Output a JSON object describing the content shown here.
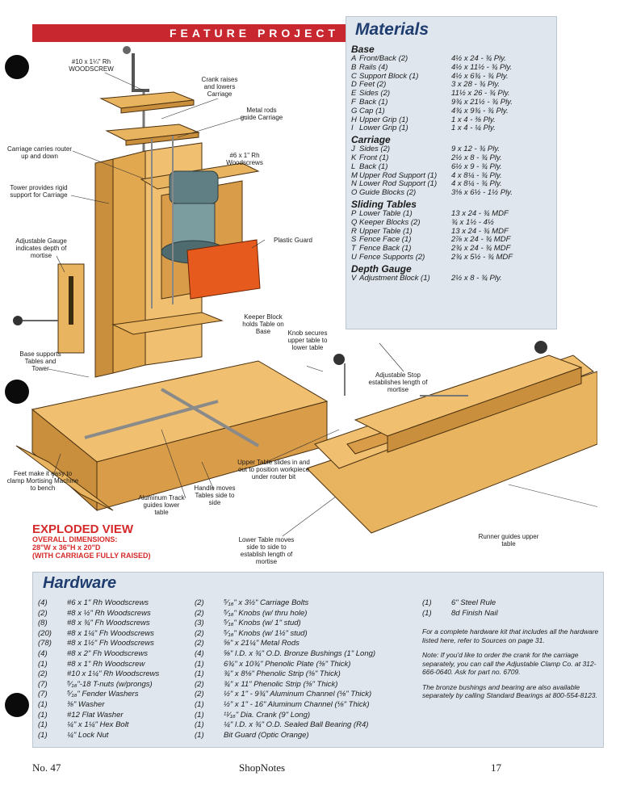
{
  "banner": "FEATURE PROJECT",
  "callouts": [
    {
      "key": "woodscrew_top",
      "text": "#10 x 1¼\" Rh WOODSCREW"
    },
    {
      "key": "crank",
      "text": "Crank raises and lowers Carriage"
    },
    {
      "key": "metal_rods",
      "text": "Metal rods guide Carriage"
    },
    {
      "key": "carriage_carries",
      "text": "Carriage carries router up and down"
    },
    {
      "key": "woodscrews6",
      "text": "#6 x 1\" Rh Woodscrews"
    },
    {
      "key": "tower",
      "text": "Tower provides rigid support for Carriage"
    },
    {
      "key": "gauge",
      "text": "Adjustable Gauge indicates depth of mortise"
    },
    {
      "key": "plastic_guard",
      "text": "Plastic Guard"
    },
    {
      "key": "keeper",
      "text": "Keeper Block holds Table on Base"
    },
    {
      "key": "knob",
      "text": "Knob secures upper table to lower table"
    },
    {
      "key": "base",
      "text": "Base supports Tables and Tower"
    },
    {
      "key": "stop",
      "text": "Adjustable Stop establishes length of mortise"
    },
    {
      "key": "feet",
      "text": "Feet make it easy to clamp Mortising Machine to bench"
    },
    {
      "key": "upper_slides",
      "text": "Upper Table slides in and out to position workpiece under router bit"
    },
    {
      "key": "aluminum",
      "text": "Aluminum Track guides lower table"
    },
    {
      "key": "handle",
      "text": "Handle moves Tables side to side"
    },
    {
      "key": "lower_moves",
      "text": "Lower Table moves side to side to establish length of mortise"
    },
    {
      "key": "runner",
      "text": "Runner guides upper table"
    }
  ],
  "exploded": {
    "title": "EXPLODED VIEW",
    "line1": "OVERALL DIMENSIONS:",
    "line2": "28\"W x 36\"H x 20\"D",
    "line3": "(WITH CARRIAGE FULLY RAISED)"
  },
  "materials": {
    "title": "Materials",
    "groups": [
      {
        "name": "Base",
        "items": [
          {
            "letter": "A",
            "name": "Front/Back (2)",
            "size": "4½ x 24 - ¾ Ply."
          },
          {
            "letter": "B",
            "name": "Rails (4)",
            "size": "4½ x 11½ - ¾ Ply."
          },
          {
            "letter": "C",
            "name": "Support Block (1)",
            "size": "4½ x 6¾ - ¾ Ply."
          },
          {
            "letter": "D",
            "name": "Feet (2)",
            "size": "3 x 28 - ¾ Ply."
          },
          {
            "letter": "E",
            "name": "Sides (2)",
            "size": "11½ x 26 - ¾ Ply."
          },
          {
            "letter": "F",
            "name": "Back (1)",
            "size": "9¾ x 21½ - ¾ Ply."
          },
          {
            "letter": "G",
            "name": "Cap (1)",
            "size": "4¾ x 9¾ - ¾ Ply."
          },
          {
            "letter": "H",
            "name": "Upper Grip (1)",
            "size": "1 x 4 - ⅜ Ply."
          },
          {
            "letter": "I",
            "name": "Lower Grip (1)",
            "size": "1 x 4 - ¼ Ply."
          }
        ]
      },
      {
        "name": "Carriage",
        "items": [
          {
            "letter": "J",
            "name": "Sides (2)",
            "size": "9 x 12 - ¾ Ply."
          },
          {
            "letter": "K",
            "name": "Front (1)",
            "size": "2½ x 8 - ¾ Ply."
          },
          {
            "letter": "L",
            "name": "Back (1)",
            "size": "6½ x 9 - ¾ Ply."
          },
          {
            "letter": "M",
            "name": "Upper Rod Support (1)",
            "size": "4 x 8¼ - ¾ Ply."
          },
          {
            "letter": "N",
            "name": "Lower Rod Support (1)",
            "size": "4 x 8¼ - ¾ Ply."
          },
          {
            "letter": "O",
            "name": "Guide Blocks (2)",
            "size": "3⅛ x 6½ - 1½ Ply."
          }
        ]
      },
      {
        "name": "Sliding Tables",
        "items": [
          {
            "letter": "P",
            "name": "Lower Table (1)",
            "size": "13 x 24 - ¾ MDF"
          },
          {
            "letter": "Q",
            "name": "Keeper Blocks (2)",
            "size": "¾ x 1½ - 4½"
          },
          {
            "letter": "R",
            "name": "Upper Table (1)",
            "size": "13 x 24 - ¾ MDF"
          },
          {
            "letter": "S",
            "name": "Fence Face (1)",
            "size": "2⅞ x 24 - ¾ MDF"
          },
          {
            "letter": "T",
            "name": "Fence Back (1)",
            "size": "2¾ x 24 - ¾ MDF"
          },
          {
            "letter": "U",
            "name": "Fence Supports (2)",
            "size": "2¾ x 5½ - ¾ MDF"
          }
        ]
      },
      {
        "name": "Depth Gauge",
        "items": [
          {
            "letter": "V",
            "name": "Adjustment Block (1)",
            "size": "2½ x 8 - ¾ Ply."
          }
        ]
      }
    ]
  },
  "hardware": {
    "title": "Hardware",
    "col1": [
      {
        "qty": "(4)",
        "item": "#6 x 1\" Rh Woodscrews"
      },
      {
        "qty": "(2)",
        "item": "#8 x ½\" Rh Woodscrews"
      },
      {
        "qty": "(8)",
        "item": "#8 x ¾\" Fh Woodscrews"
      },
      {
        "qty": "(20)",
        "item": "#8 x 1¼\" Fh Woodscrews"
      },
      {
        "qty": "(78)",
        "item": "#8 x 1½\" Fh Woodscrews"
      },
      {
        "qty": "(4)",
        "item": "#8 x 2\" Fh Woodscrews"
      },
      {
        "qty": "(1)",
        "item": "#8 x 1\" Rh Woodscrew"
      },
      {
        "qty": "(2)",
        "item": "#10 x 1¼\" Rh Woodscrews"
      },
      {
        "qty": "(7)",
        "item": "⁵⁄₁₆\"-18 T-nuts (w/prongs)"
      },
      {
        "qty": "(7)",
        "item": "⁵⁄₁₆\" Fender Washers"
      },
      {
        "qty": "(1)",
        "item": "⅜\" Washer"
      },
      {
        "qty": "(1)",
        "item": "#12 Flat Washer"
      },
      {
        "qty": "(1)",
        "item": "¼\" x 1¼\" Hex Bolt"
      },
      {
        "qty": "(1)",
        "item": "¼\" Lock Nut"
      }
    ],
    "col2": [
      {
        "qty": "(2)",
        "item": "⁵⁄₁₆\" x 3½\" Carriage Bolts"
      },
      {
        "qty": "(2)",
        "item": "⁵⁄₁₆\" Knobs (w/ thru hole)"
      },
      {
        "qty": "(3)",
        "item": "⁵⁄₁₆\" Knobs (w/ 1\" stud)"
      },
      {
        "qty": "(2)",
        "item": "⁵⁄₁₆\" Knobs (w/ 1½\" stud)"
      },
      {
        "qty": "(2)",
        "item": "⅝\" x 21¼\" Metal Rods"
      },
      {
        "qty": "(4)",
        "item": "⅝\" I.D. x ¾\" O.D. Bronze Bushings (1\" Long)"
      },
      {
        "qty": "(1)",
        "item": "6¾\" x 10¾\" Phenolic Plate (⅜\" Thick)"
      },
      {
        "qty": "(1)",
        "item": "¾\" x 8⅛\" Phenolic Strip (⅜\" Thick)"
      },
      {
        "qty": "(2)",
        "item": "¾\" x 11\" Phenolic Strip (⅜\" Thick)"
      },
      {
        "qty": "(2)",
        "item": "½\" x 1\" - 9¾\" Aluminum Channel (⅛\" Thick)"
      },
      {
        "qty": "(1)",
        "item": "½\" x 1\" - 16\" Aluminum Channel (⅛\" Thick)"
      },
      {
        "qty": "(1)",
        "item": "¹¹⁄₁₆\" Dia. Crank (9\" Long)"
      },
      {
        "qty": "(1)",
        "item": "¼\" I.D. x ¾\" O.D. Sealed Ball Bearing (R4)"
      },
      {
        "qty": "(1)",
        "item": "Bit Guard (Optic Orange)"
      }
    ],
    "col3": [
      {
        "qty": "(1)",
        "item": "6\" Steel Rule"
      },
      {
        "qty": "(1)",
        "item": "8d Finish Nail"
      }
    ],
    "note1": "For a complete hardware kit that includes all the hardware listed here, refer to Sources on page 31.",
    "note2": "Note: If you'd like to order the crank for the carriage separately, you can call the Adjustable Clamp Co. at 312-666-0640. Ask for part no. 6709.",
    "note3": "The bronze bushings and bearing are also available separately by calling Standard Bearings at 800-554-8123."
  },
  "footer": {
    "left": "No. 47",
    "center": "ShopNotes",
    "right": "17"
  }
}
